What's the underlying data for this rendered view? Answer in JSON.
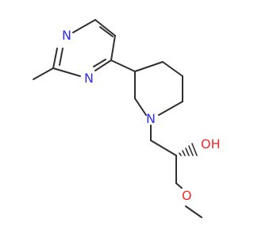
{
  "molecule": {
    "atoms": {
      "n_top": {
        "text": "N",
        "color": "#2d2df5"
      },
      "n_bottom": {
        "text": "N",
        "color": "#2d2df5"
      },
      "n_piperidine": {
        "text": "N",
        "color": "#2d2df5"
      },
      "hydroxyl": {
        "text": "OH",
        "color": "#ef2b2b"
      },
      "ether_o": {
        "text": "O",
        "color": "#ef2b2b"
      }
    }
  }
}
